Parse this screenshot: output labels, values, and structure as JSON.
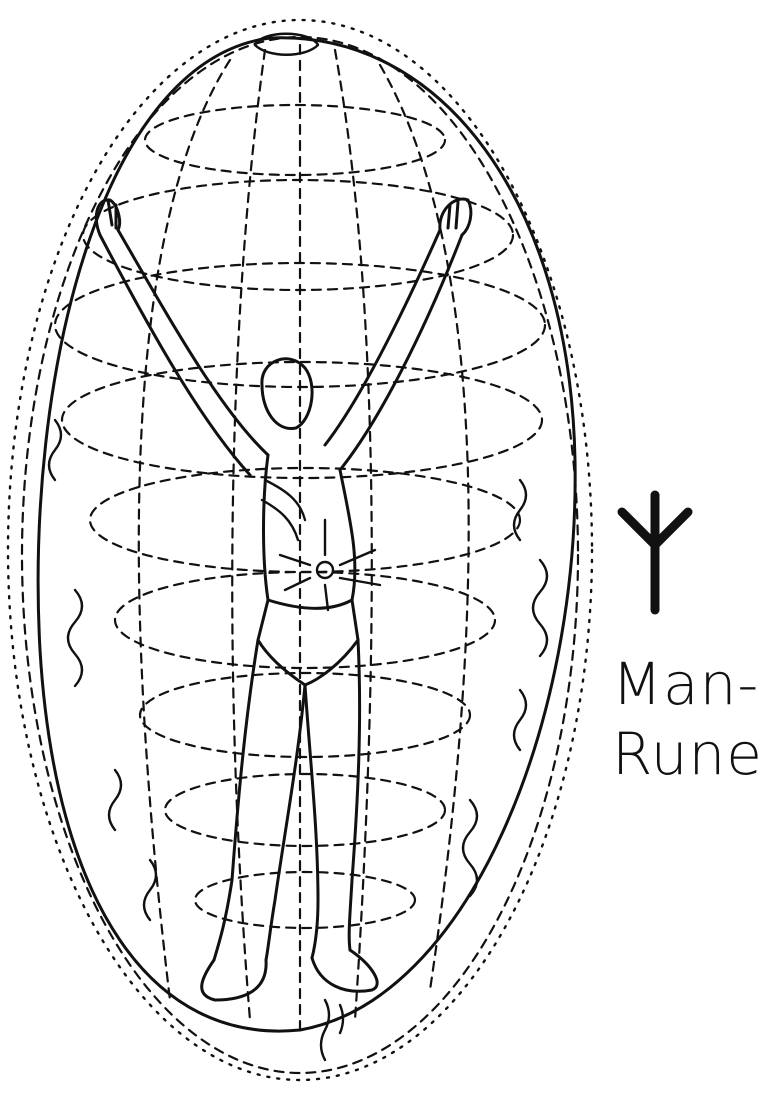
{
  "label": {
    "line1": "Man-",
    "line2": "Rune"
  },
  "icons": {
    "rune": "man-rune-glyph",
    "figure": "human-figure-arms-raised"
  },
  "colors": {
    "ink": "#111111",
    "paper": "#ffffff"
  }
}
